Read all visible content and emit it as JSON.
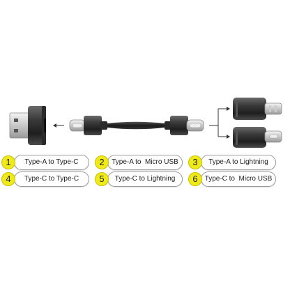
{
  "labels": [
    {
      "number": "1",
      "text": "Type-A to Type-C"
    },
    {
      "number": "2",
      "text": "Type-A to  Micro USB"
    },
    {
      "number": "3",
      "text": "Type-A to Lightning"
    },
    {
      "number": "4",
      "text": "Type-C to Type-C"
    },
    {
      "number": "5",
      "text": "Type-C to Lightning"
    },
    {
      "number": "6",
      "text": "Type-C to  Micro USB"
    }
  ],
  "colors": {
    "badge": "#f0ea1a",
    "metal": "#3a3a3a",
    "chrome": "#d9d9d9"
  }
}
